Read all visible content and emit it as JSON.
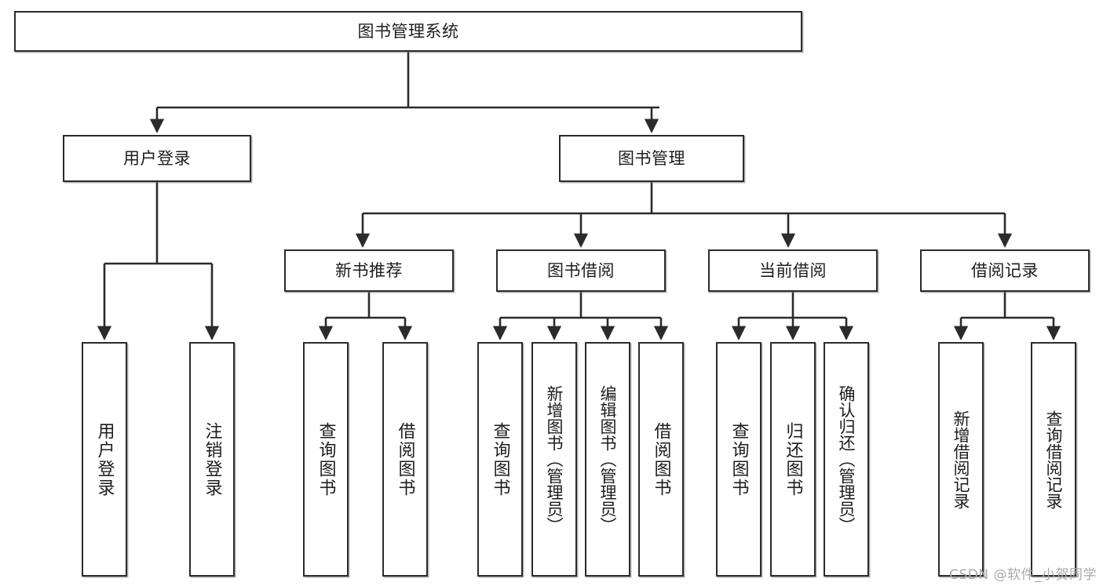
{
  "diagram": {
    "title": "图书管理系统",
    "root": {
      "label": "图书管理系统"
    },
    "level2": [
      {
        "label": "用户登录"
      },
      {
        "label": "图书管理"
      }
    ],
    "level3": [
      {
        "label": "新书推荐"
      },
      {
        "label": "图书借阅"
      },
      {
        "label": "当前借阅"
      },
      {
        "label": "借阅记录"
      }
    ],
    "leaves": {
      "user_login": [
        {
          "label": "用户登录"
        },
        {
          "label": "注销登录"
        }
      ],
      "new_book_recommend": [
        {
          "label": "查询图书"
        },
        {
          "label": "借阅图书"
        }
      ],
      "book_borrow": [
        {
          "label": "查询图书"
        },
        {
          "label": "新增图书（管理员）"
        },
        {
          "label": "编辑图书（管理员）"
        },
        {
          "label": "借阅图书"
        }
      ],
      "current_borrow": [
        {
          "label": "查询图书"
        },
        {
          "label": "归还图书"
        },
        {
          "label": "确认归还（管理员）"
        }
      ],
      "borrow_record": [
        {
          "label": "新增借阅记录"
        },
        {
          "label": "查询借阅记录"
        }
      ]
    },
    "watermark": "CSDN @软件_小贺同学",
    "colors": {
      "stroke": "#2b2b2b",
      "fill": "#ffffff",
      "text": "#1d1d1d",
      "watermark": "#a9a9a9"
    }
  }
}
